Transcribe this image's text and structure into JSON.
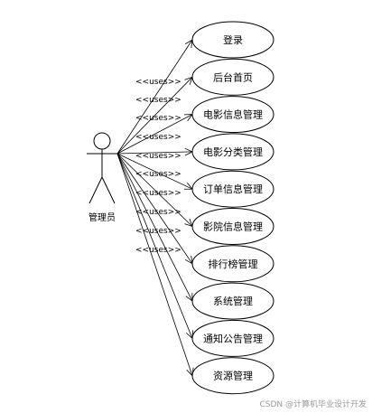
{
  "actor": {
    "label": "管理员"
  },
  "stereotype": "<<uses>>",
  "use_cases": [
    {
      "label": "登录"
    },
    {
      "label": "后台首页"
    },
    {
      "label": "电影信息管理"
    },
    {
      "label": "电影分类管理"
    },
    {
      "label": "订单信息管理"
    },
    {
      "label": "影院信息管理"
    },
    {
      "label": "排行榜管理"
    },
    {
      "label": "系统管理"
    },
    {
      "label": "通知公告管理"
    },
    {
      "label": "资源管理"
    }
  ],
  "watermark": "CSDN @计算机毕业设计开发"
}
